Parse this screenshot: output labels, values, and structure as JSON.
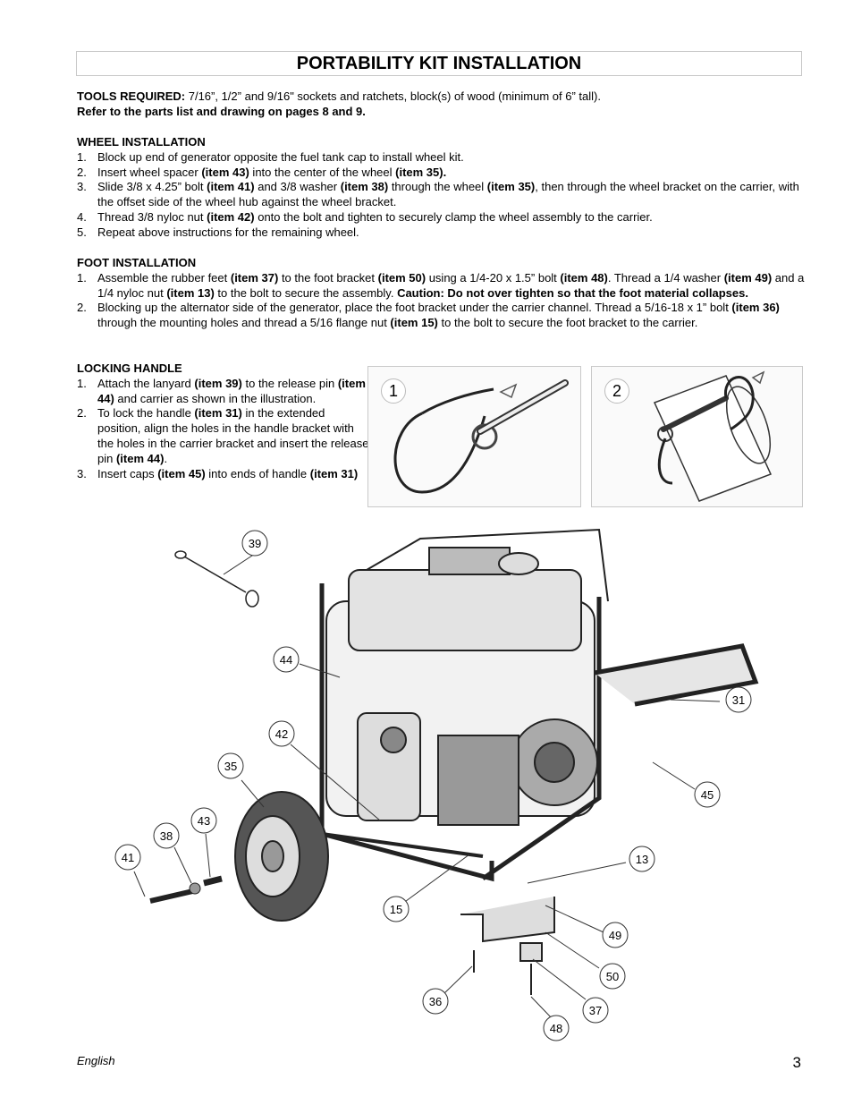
{
  "title": "PORTABILITY KIT INSTALLATION",
  "tools": {
    "label": "TOOLS  REQUIRED:",
    "text": "  7/16”, 1/2” and 9/16\" sockets and ratchets, block(s) of wood (minimum of 6” tall).",
    "refer": "Refer to the parts list and drawing on pages 8 and 9."
  },
  "wheel": {
    "heading": "WHEEL INSTALLATION",
    "steps": [
      {
        "n": "1.",
        "parts": [
          {
            "t": "Block up end of generator opposite the fuel tank cap to install wheel kit.",
            "b": false
          }
        ]
      },
      {
        "n": "2.",
        "parts": [
          {
            "t": "Insert wheel spacer ",
            "b": false
          },
          {
            "t": "(item 43)",
            "b": true
          },
          {
            "t": " into the center of the wheel ",
            "b": false
          },
          {
            "t": "(item 35).",
            "b": true
          }
        ]
      },
      {
        "n": "3.",
        "parts": [
          {
            "t": "Slide 3/8 x 4.25” bolt ",
            "b": false
          },
          {
            "t": "(item 41)",
            "b": true
          },
          {
            "t": " and 3/8 washer ",
            "b": false
          },
          {
            "t": "(item 38)",
            "b": true
          },
          {
            "t": " through the wheel ",
            "b": false
          },
          {
            "t": "(item 35)",
            "b": true
          },
          {
            "t": ", then through the wheel bracket on the carrier, with the offset side of the wheel hub against the wheel bracket.",
            "b": false
          }
        ]
      },
      {
        "n": "4.",
        "parts": [
          {
            "t": "Thread 3/8 nyloc nut ",
            "b": false
          },
          {
            "t": "(item 42)",
            "b": true
          },
          {
            "t": " onto the bolt and tighten to securely clamp the wheel assembly to the carrier.",
            "b": false
          }
        ]
      },
      {
        "n": "5.",
        "parts": [
          {
            "t": "Repeat above instructions for the remaining wheel.",
            "b": false
          }
        ]
      }
    ]
  },
  "foot": {
    "heading": "FOOT INSTALLATION",
    "steps": [
      {
        "n": "1.",
        "parts": [
          {
            "t": "Assemble the rubber feet ",
            "b": false
          },
          {
            "t": "(item 37)",
            "b": true
          },
          {
            "t": " to the foot bracket ",
            "b": false
          },
          {
            "t": "(item 50)",
            "b": true
          },
          {
            "t": " using a 1/4-20 x 1.5” bolt ",
            "b": false
          },
          {
            "t": "(item 48)",
            "b": true
          },
          {
            "t": ".  Thread a 1/4 washer ",
            "b": false
          },
          {
            "t": "(item 49)",
            "b": true
          },
          {
            "t": " and a 1/4 nyloc nut ",
            "b": false
          },
          {
            "t": "(item 13)",
            "b": true
          },
          {
            "t": " to the bolt to secure the assembly.  ",
            "b": false
          },
          {
            "t": "Caution: Do not over tighten so that the foot material collapses.",
            "b": true
          }
        ]
      },
      {
        "n": "2.",
        "parts": [
          {
            "t": "Blocking up the alternator side of the generator, place the foot bracket under the carrier channel.  Thread a 5/16-18 x 1” bolt ",
            "b": false
          },
          {
            "t": "(item 36)",
            "b": true
          },
          {
            "t": " through the mounting holes and thread a 5/16 flange nut ",
            "b": false
          },
          {
            "t": "(item 15)",
            "b": true
          },
          {
            "t": " to the bolt to secure the foot bracket to the carrier.",
            "b": false
          }
        ]
      }
    ]
  },
  "locking": {
    "heading": "LOCKING HANDLE",
    "steps": [
      {
        "n": "1.",
        "parts": [
          {
            "t": "Attach the lanyard ",
            "b": false
          },
          {
            "t": "(item 39)",
            "b": true
          },
          {
            "t": " to the release pin ",
            "b": false
          },
          {
            "t": "(item 44)",
            "b": true
          },
          {
            "t": " and carrier as shown in the illustration.",
            "b": false
          }
        ]
      },
      {
        "n": "2.",
        "parts": [
          {
            "t": "To lock the handle ",
            "b": false
          },
          {
            "t": "(item 31)",
            "b": true
          },
          {
            "t": " in the extended position, align the holes in the handle bracket with the holes in the carrier bracket and insert the release pin ",
            "b": false
          },
          {
            "t": "(item 44)",
            "b": true
          },
          {
            "t": ".",
            "b": false
          }
        ]
      },
      {
        "n": "3.",
        "parts": [
          {
            "t": "Insert caps ",
            "b": false
          },
          {
            "t": "(item 45)",
            "b": true
          },
          {
            "t": " into ends of handle ",
            "b": false
          },
          {
            "t": "(item 31)",
            "b": true
          }
        ]
      }
    ]
  },
  "figures": {
    "fig1_label": "1",
    "fig2_label": "2"
  },
  "callouts": [
    "39",
    "44",
    "31",
    "42",
    "35",
    "45",
    "43",
    "38",
    "41",
    "13",
    "15",
    "49",
    "50",
    "36",
    "37",
    "48"
  ],
  "footer": {
    "language": "English",
    "page": "3"
  }
}
